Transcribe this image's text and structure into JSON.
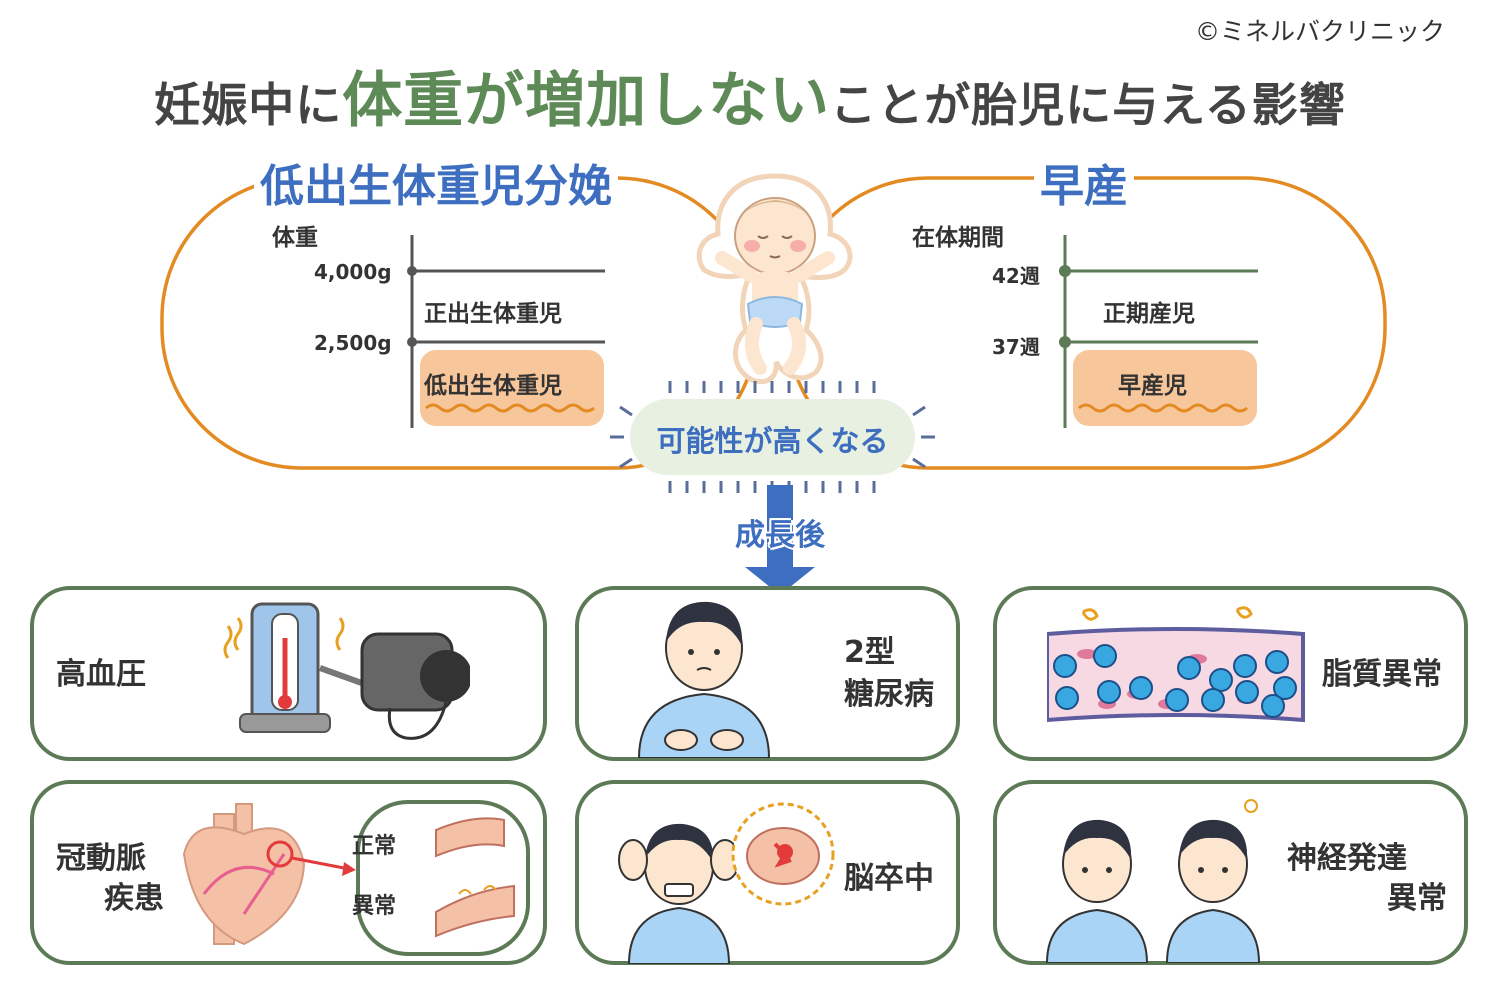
{
  "copyright": "©ミネルバクリニック",
  "title": {
    "part1": "妊娠中に",
    "highlight": "体重が増加しない",
    "part2": "ことが胎児に与える影響"
  },
  "low_birth_weight": {
    "title": "低出生体重児分娩",
    "axis_label": "体重",
    "tick_upper": "4,000g",
    "tick_lower": "2,500g",
    "normal_label": "正出生体重児",
    "risk_label": "低出生体重児"
  },
  "preterm": {
    "title": "早産",
    "axis_label": "在体期間",
    "tick_upper": "42週",
    "tick_lower": "37週",
    "normal_label": "正期産児",
    "risk_label": "早産児"
  },
  "center_badge": "可能性が高くなる",
  "arrow_label": "成長後",
  "outcomes": {
    "hypertension": "高血圧",
    "diabetes_line1": "2型",
    "diabetes_line2": "糖尿病",
    "dyslipidemia": "脂質異常",
    "coronary_line1": "冠動脈",
    "coronary_line2": "疾患",
    "artery_normal": "正常",
    "artery_abnormal": "異常",
    "stroke": "脳卒中",
    "neuro_line1": "神経発達",
    "neuro_line2": "異常"
  },
  "colors": {
    "title_highlight": "#5d8a57",
    "section_title": "#3d6ec0",
    "frame_orange": "#e38b22",
    "card_border": "#5b7a55",
    "pill_fill": "#f7c69a",
    "arrow_blue": "#3d6ec0"
  }
}
